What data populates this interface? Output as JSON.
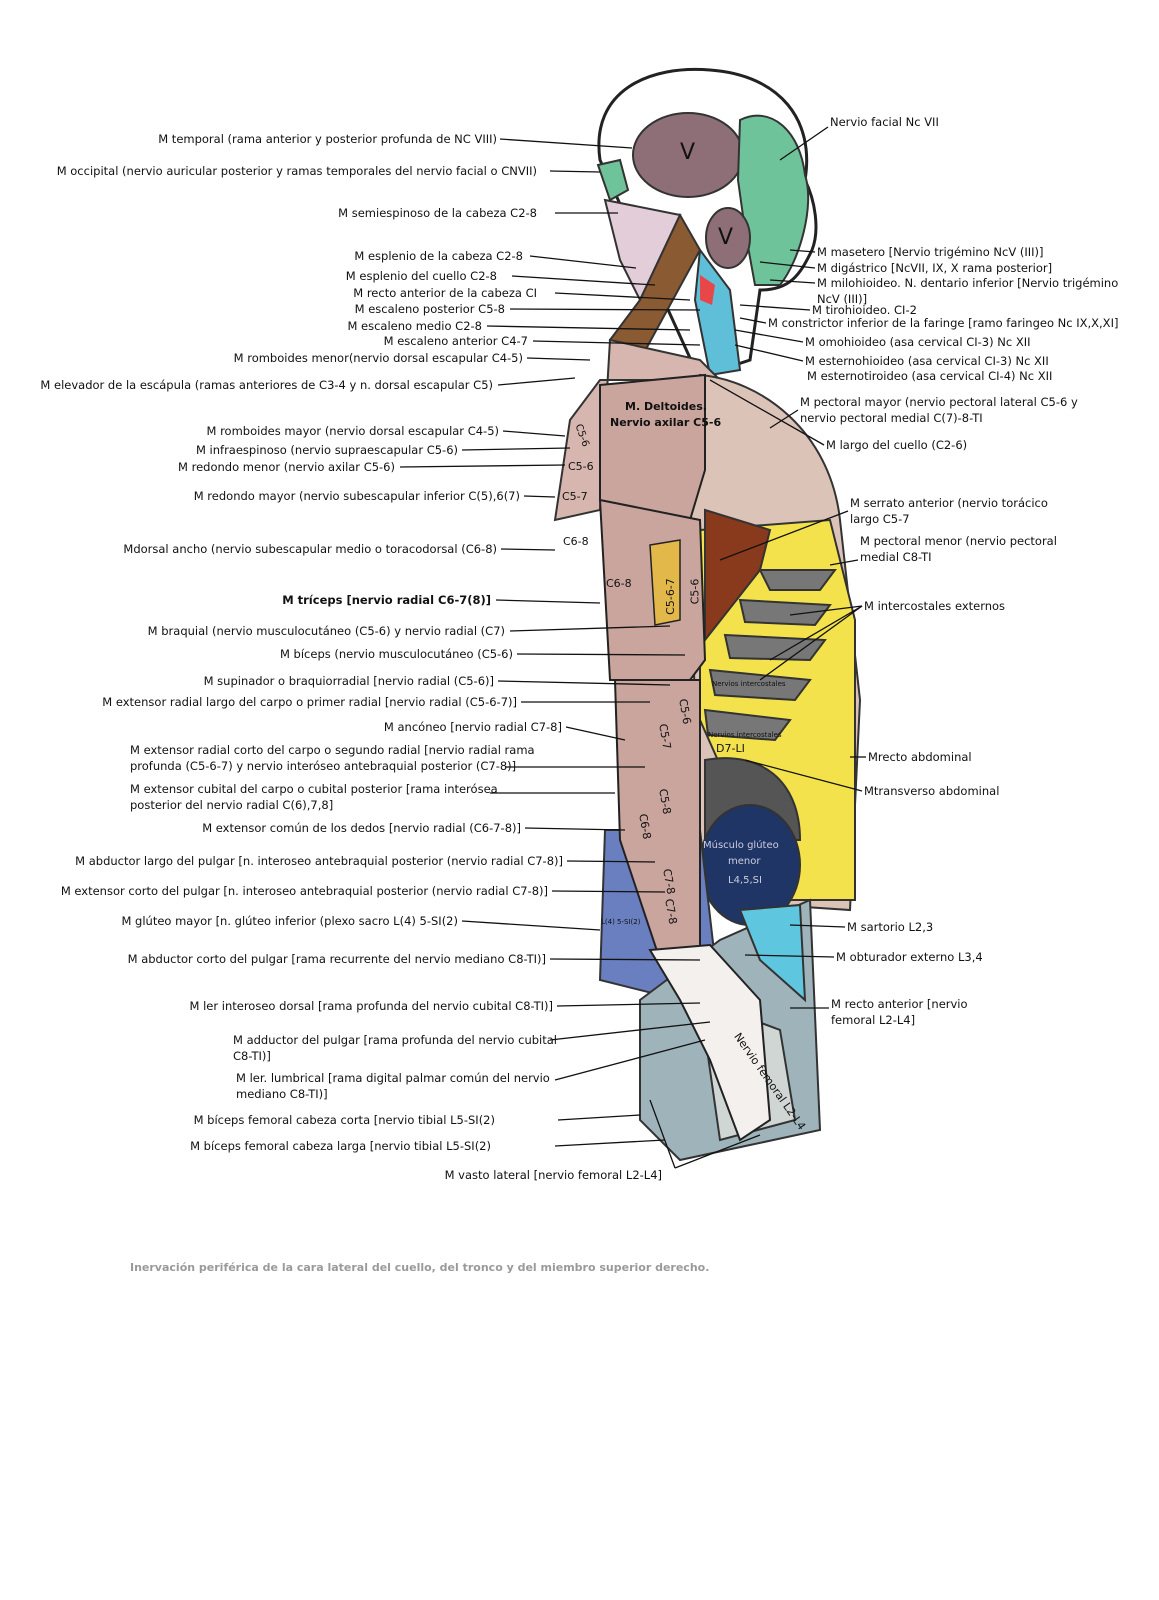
{
  "left_labels": [
    [
      "M temporal (rama anterior y posterior profunda de NC VIII)"
    ],
    [
      "M occipital (nervio auricular posterior y ramas temporales del nervio facial o CNVII)"
    ],
    [
      "M semiespinoso de la cabeza C2-8"
    ],
    [
      "M esplenio de la cabeza C2-8"
    ],
    [
      "M esplenio del cuello C2-8"
    ],
    [
      "M recto anterior de la cabeza CI"
    ],
    [
      "M escaleno posterior C5-8"
    ],
    [
      "M escaleno medio C2-8"
    ],
    [
      "M escaleno anterior C4-7"
    ],
    [
      "M romboides menor(nervio dorsal escapular C4-5)"
    ],
    [
      "M elevador de la escápula (ramas anteriores de C3-4 y n. dorsal escapular C5)"
    ],
    [
      "M romboides mayor (nervio dorsal escapular C4-5)"
    ],
    [
      "M infraespinoso (nervio supraescapular C5-6)"
    ],
    [
      "M redondo menor (nervio axilar C5-6)"
    ],
    [
      "M redondo mayor (nervio subescapular inferior C(5),6(7)"
    ],
    [
      "Mdorsal ancho (nervio subescapular medio o toracodorsal (C6-8)"
    ],
    [
      "M tríceps [nervio radial C6-7(8)]"
    ],
    [
      "M braquial (nervio musculocutáneo (C5-6) y nervio radial (C7)"
    ],
    [
      "M bíceps (nervio musculocutáneo (C5-6)"
    ],
    [
      "M supinador o braquiorradial [nervio radial (C5-6)]"
    ],
    [
      "M extensor radial largo del carpo o primer radial [nervio radial (C5-6-7)]"
    ],
    [
      "M ancóneo [nervio radial C7-8]"
    ],
    [
      "M extensor radial corto del carpo o segundo radial [nervio radial rama",
      "profunda (C5-6-7) y nervio interóseo antebraquial posterior (C7-8)]"
    ],
    [
      "M extensor cubital del carpo o cubital posterior [rama interósea",
      "posterior del nervio radial C(6),7,8]"
    ],
    [
      "M extensor común de los dedos [nervio radial (C6-7-8)]"
    ],
    [
      "M abductor largo del pulgar [n. interoseo antebraquial posterior (nervio radial C7-8)]"
    ],
    [
      "M extensor corto del pulgar [n. interoseo antebraquial posterior (nervio radial C7-8)]"
    ],
    [
      "M glúteo mayor [n. glúteo inferior (plexo sacro L(4) 5-SI(2)"
    ],
    [
      "M abductor corto del pulgar [rama recurrente del nervio mediano C8-TI)]"
    ],
    [
      "M ler interoseo dorsal [rama profunda del nervio cubital C8-TI)]"
    ],
    [
      "M adductor del pulgar  [rama profunda del nervio cubital",
      "C8-TI)]"
    ],
    [
      "M ler. lumbrical [rama digital palmar común del nervio",
      "mediano C8-TI)]"
    ],
    [
      "M bíceps femoral cabeza corta [nervio tibial L5-SI(2)"
    ],
    [
      "M bíceps femoral cabeza larga [nervio tibial L5-SI(2)"
    ],
    [
      "M vasto lateral [nervio femoral L2-L4]"
    ]
  ],
  "right_labels": [
    [
      "Nervio facial Nc VII"
    ],
    [
      "M masetero [Nervio trigémino NcV (III)]"
    ],
    [
      "M digástrico [NcVII, IX, X rama posterior]"
    ],
    [
      "M milohioideo. N. dentario inferior [Nervio trigémino",
      "NcV (III)]"
    ],
    [
      "M tirohioideo. CI-2"
    ],
    [
      "M constrictor inferior de la faringe [ramo faringeo Nc IX,X,XI]"
    ],
    [
      "M omohioideo (asa cervical CI-3) Nc XII"
    ],
    [
      "M esternohioideo (asa cervical CI-3) Nc XII"
    ],
    [
      "M esternotiroideo (asa cervical CI-4) Nc XII"
    ],
    [
      "M pectoral mayor (nervio pectoral lateral C5-6 y",
      "nervio pectoral medial C(7)-8-TI"
    ],
    [
      "M largo del cuello (C2-6)"
    ],
    [
      "M serrato anterior (nervio torácico",
      "largo C5-7"
    ],
    [
      "M pectoral menor (nervio pectoral",
      "medial  C8-TI"
    ],
    [
      "M intercostales externos"
    ],
    [
      "Mrecto abdominal"
    ],
    [
      "Mtransverso abdominal"
    ],
    [
      "M sartorio L2,3"
    ],
    [
      "M obturador externo L3,4"
    ],
    [
      "M recto anterior [nervio",
      "femoral L2-L4]"
    ]
  ],
  "inner_labels": {
    "cranium_v": "V",
    "face_v": "V",
    "deltoid_1": "M. Deltoides.",
    "deltoid_2": "Nervio axilar C5-6",
    "c56a": "C5-6",
    "c56b": "C5-6",
    "c57": "C5-7",
    "c68a": "C6-8",
    "c68b": "C6-8",
    "c567": "C5-6-7",
    "c56c": "C5-6",
    "intercostal_1": "Nervios intercostales",
    "intercostal_2": "Nervios intercostales",
    "d7l1": "D7-LI",
    "c56d": "C5-6",
    "c57b": "C5-7",
    "c58": "C5-8",
    "c68c": "C6-8",
    "c78a": "C7-8",
    "c78b": "C7-8",
    "l45s1": "L(4) 5-SI(2)",
    "gluteo_1": "Músculo glúteo",
    "gluteo_2": "menor",
    "gluteo_3": "L4,5,SI",
    "femoral": "Nervio femoral L2-L4"
  },
  "caption": "Inervación periférica de la cara lateral del cuello, del tronco y del miembro superior derecho.",
  "colors": {
    "cranium": "#8e6f78",
    "face": "#6fc39a",
    "arm": "#c9a59d",
    "torso": "#dcc3b8",
    "abdomen": "#f3e24c",
    "ribs": "#f5e451",
    "gluteal": "#1f3566",
    "thigh": "#9fb3bb"
  }
}
